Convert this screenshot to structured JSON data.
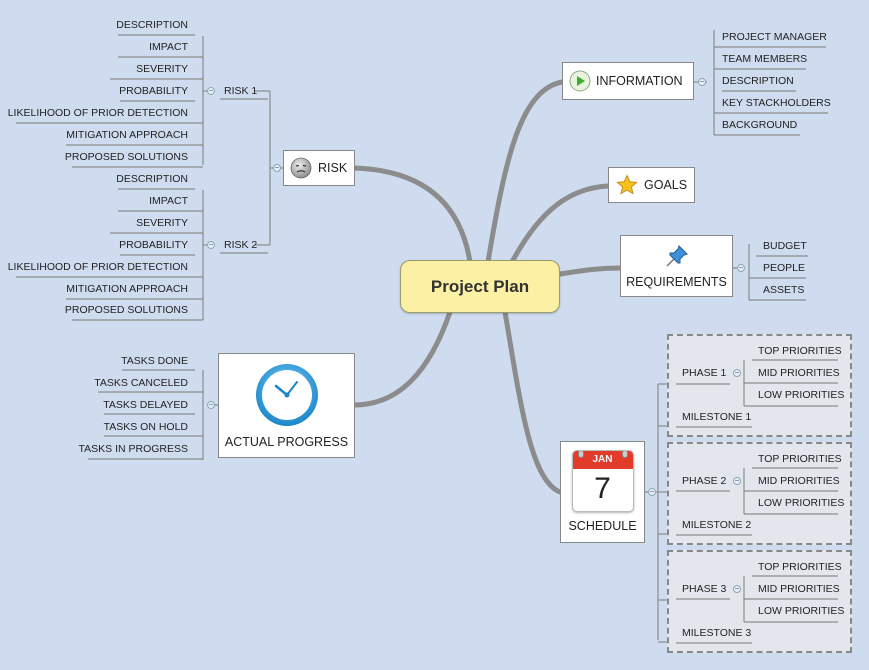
{
  "central": "Project Plan",
  "risk": {
    "label": "RISK",
    "risk1": {
      "label": "RISK 1",
      "items": [
        "DESCRIPTION",
        "IMPACT",
        "SEVERITY",
        "PROBABILITY",
        "LIKELIHOOD OF PRIOR DETECTION",
        "MITIGATION APPROACH",
        "PROPOSED SOLUTIONS"
      ]
    },
    "risk2": {
      "label": "RISK 2",
      "items": [
        "DESCRIPTION",
        "IMPACT",
        "SEVERITY",
        "PROBABILITY",
        "LIKELIHOOD OF PRIOR DETECTION",
        "MITIGATION APPROACH",
        "PROPOSED SOLUTIONS"
      ]
    }
  },
  "progress": {
    "label": "ACTUAL PROGRESS",
    "items": [
      "TASKS DONE",
      "TASKS CANCELED",
      "TASKS DELAYED",
      "TASKS ON HOLD",
      "TASKS IN PROGRESS"
    ]
  },
  "information": {
    "label": "INFORMATION",
    "items": [
      "PROJECT MANAGER",
      "TEAM MEMBERS",
      "DESCRIPTION",
      "KEY STACKHOLDERS",
      "BACKGROUND"
    ]
  },
  "goals": {
    "label": "GOALS"
  },
  "requirements": {
    "label": "REQUIREMENTS",
    "items": [
      "BUDGET",
      "PEOPLE",
      "ASSETS"
    ]
  },
  "schedule": {
    "label": "SCHEDULE",
    "calendar_month": "JAN",
    "calendar_day": "7",
    "phases": [
      {
        "label": "PHASE 1",
        "milestone": "MILESTONE 1",
        "items": [
          "TOP PRIORITIES",
          "MID PRIORITIES",
          "LOW PRIORITIES"
        ]
      },
      {
        "label": "PHASE 2",
        "milestone": "MILESTONE 2",
        "items": [
          "TOP PRIORITIES",
          "MID PRIORITIES",
          "LOW PRIORITIES"
        ]
      },
      {
        "label": "PHASE 3",
        "milestone": "MILESTONE 3",
        "items": [
          "TOP PRIORITIES",
          "MID PRIORITIES",
          "LOW PRIORITIES"
        ]
      }
    ]
  },
  "colors": {
    "background": "#cfdcf0",
    "central_fill": "#fbf0a4",
    "branch": "#8a8a8a"
  },
  "icons": {
    "risk": "sad-face-icon",
    "progress": "clock-icon",
    "information": "play-icon",
    "goals": "star-icon",
    "requirements": "pushpin-icon",
    "schedule": "calendar-icon"
  }
}
